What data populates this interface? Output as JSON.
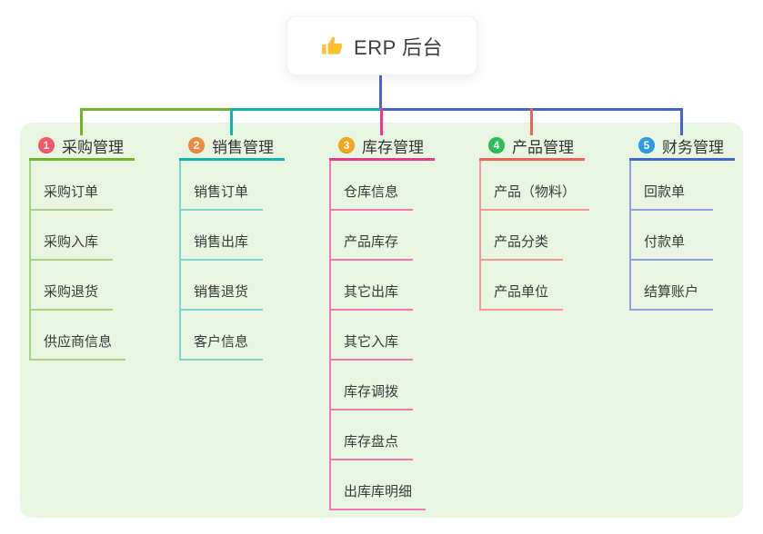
{
  "root": {
    "title": "ERP 后台",
    "icon": "thumbs-up"
  },
  "connector": {
    "trunk_color": "#4b62d4"
  },
  "panel": {
    "bg_color": "#e8f5e0"
  },
  "branches": [
    {
      "badge": "1",
      "badge_color": "#f4596b",
      "label": "采购管理",
      "line_color": "#72b32c",
      "sub_line_color": "#a9d287",
      "children": [
        "采购订单",
        "采购入库",
        "采购退货",
        "供应商信息"
      ]
    },
    {
      "badge": "2",
      "badge_color": "#ef8b3e",
      "label": "销售管理",
      "line_color": "#12b5ad",
      "sub_line_color": "#7ed5cf",
      "children": [
        "销售订单",
        "销售出库",
        "销售退货",
        "客户信息"
      ]
    },
    {
      "badge": "3",
      "badge_color": "#f3a71c",
      "label": "库存管理",
      "line_color": "#e83a8c",
      "sub_line_color": "#ef79b4",
      "children": [
        "仓库信息",
        "产品库存",
        "其它出库",
        "其它入库",
        "库存调拨",
        "库存盘点",
        "出库库明细"
      ]
    },
    {
      "badge": "4",
      "badge_color": "#2ebd59",
      "label": "产品管理",
      "line_color": "#f2605a",
      "sub_line_color": "#f79792",
      "children": [
        "产品（物料）",
        "产品分类",
        "产品单位"
      ]
    },
    {
      "badge": "5",
      "badge_color": "#2b9de4",
      "label": "财务管理",
      "line_color": "#4166cf",
      "sub_line_color": "#8aa3e0",
      "children": [
        "回款单",
        "付款单",
        "结算账户"
      ]
    }
  ]
}
